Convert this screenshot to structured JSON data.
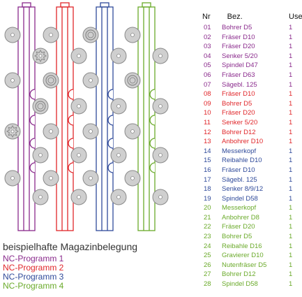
{
  "colors": {
    "p1": "#8a2a8c",
    "p2": "#e0262a",
    "p3": "#2f4a9a",
    "p4": "#6aaa2a",
    "disc_fill": "#cfcfcf",
    "disc_stroke": "#8a8a8a"
  },
  "magazines": [
    {
      "program": 1,
      "tools": [
        "plain",
        "star",
        "plain",
        "double",
        "star",
        "plain",
        "plain",
        "plain"
      ]
    },
    {
      "program": 2,
      "tools": [
        "plain",
        "plain",
        "double",
        "plain",
        "plain",
        "plain",
        "plain",
        "plain"
      ]
    },
    {
      "program": 3,
      "tools": [
        "double",
        "plain",
        "plain",
        "plain",
        "plain",
        "plain",
        "plain",
        "plain"
      ]
    },
    {
      "program": 4,
      "tools": [
        "plain",
        "plain",
        "double",
        "plain",
        "plain",
        "plain",
        "plain",
        "plain"
      ]
    }
  ],
  "legend": {
    "title": "beispielhafte Magazinbelegung",
    "items": [
      {
        "label": "NC-Programm 1",
        "color": "#8a2a8c"
      },
      {
        "label": "NC-Programm 2",
        "color": "#e0262a"
      },
      {
        "label": "NC-Programm 3",
        "color": "#2f4a9a"
      },
      {
        "label": "NC-Programm 4",
        "color": "#6aaa2a"
      }
    ]
  },
  "table": {
    "headers": {
      "nr": "Nr",
      "bez": "Bez.",
      "use": "Use"
    },
    "rows": [
      {
        "nr": "01",
        "bez": "Bohrer D5",
        "use": "1",
        "program": 1
      },
      {
        "nr": "02",
        "bez": "Fräser D10",
        "use": "1",
        "program": 1
      },
      {
        "nr": "03",
        "bez": "Fräser D20",
        "use": "1",
        "program": 1
      },
      {
        "nr": "04",
        "bez": "Senker 5/20",
        "use": "1",
        "program": 1
      },
      {
        "nr": "05",
        "bez": "Spindel D47",
        "use": "1",
        "program": 1
      },
      {
        "nr": "06",
        "bez": "Fräser D63",
        "use": "1",
        "program": 1
      },
      {
        "nr": "07",
        "bez": "Sägebl. 125",
        "use": "1",
        "program": 1
      },
      {
        "nr": "08",
        "bez": "Fräser D10",
        "use": "1",
        "program": 2
      },
      {
        "nr": "09",
        "bez": "Bohrer D5",
        "use": "1",
        "program": 2
      },
      {
        "nr": "10",
        "bez": "Fräser D20",
        "use": "1",
        "program": 2
      },
      {
        "nr": "11",
        "bez": "Senker 5/20",
        "use": "1",
        "program": 2
      },
      {
        "nr": "12",
        "bez": "Bohrer D12",
        "use": "1",
        "program": 2
      },
      {
        "nr": "13",
        "bez": "Anbohrer D10",
        "use": "1",
        "program": 2
      },
      {
        "nr": "14",
        "bez": "Messerkopf",
        "use": "1",
        "program": 3
      },
      {
        "nr": "15",
        "bez": "Reibahle D10",
        "use": "1",
        "program": 3
      },
      {
        "nr": "16",
        "bez": "Fräser D10",
        "use": "1",
        "program": 3
      },
      {
        "nr": "17",
        "bez": "Sägebl. 125",
        "use": "1",
        "program": 3
      },
      {
        "nr": "18",
        "bez": "Senker 8/9/12",
        "use": "1",
        "program": 3
      },
      {
        "nr": "19",
        "bez": "Spindel D58",
        "use": "1",
        "program": 3
      },
      {
        "nr": "20",
        "bez": "Messerkopf",
        "use": "1",
        "program": 4
      },
      {
        "nr": "21",
        "bez": "Anbohrer D8",
        "use": "1",
        "program": 4
      },
      {
        "nr": "22",
        "bez": "Fräser D20",
        "use": "1",
        "program": 4
      },
      {
        "nr": "23",
        "bez": "Bohrer D5",
        "use": "1",
        "program": 4
      },
      {
        "nr": "24",
        "bez": "Reibahle D16",
        "use": "1",
        "program": 4
      },
      {
        "nr": "25",
        "bez": "Gravierer D10",
        "use": "1",
        "program": 4
      },
      {
        "nr": "26",
        "bez": "Nutenfräser D5",
        "use": "1",
        "program": 4
      },
      {
        "nr": "27",
        "bez": "Bohrer D12",
        "use": "1",
        "program": 4
      },
      {
        "nr": "28",
        "bez": "Spindel D58",
        "use": "1",
        "program": 4
      }
    ]
  }
}
